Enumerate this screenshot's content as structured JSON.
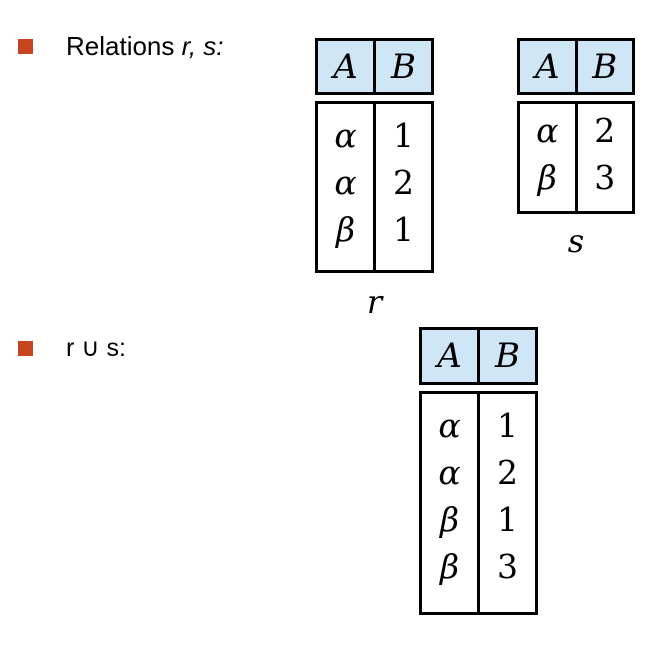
{
  "bullets": [
    {
      "prefix": "Relations ",
      "emph": "r, s:"
    },
    {
      "text": "r ∪ s:"
    }
  ],
  "relations": {
    "r": {
      "headers": [
        "A",
        "B"
      ],
      "rows": [
        [
          "α",
          "1"
        ],
        [
          "α",
          "2"
        ],
        [
          "β",
          "1"
        ]
      ],
      "caption": "r"
    },
    "s": {
      "headers": [
        "A",
        "B"
      ],
      "rows": [
        [
          "α",
          "2"
        ],
        [
          "β",
          "3"
        ]
      ],
      "caption": "s"
    },
    "union": {
      "headers": [
        "A",
        "B"
      ],
      "rows": [
        [
          "α",
          "1"
        ],
        [
          "α",
          "2"
        ],
        [
          "β",
          "1"
        ],
        [
          "β",
          "3"
        ]
      ]
    }
  },
  "colors": {
    "bullet": "#c8441f",
    "header_fill": "#cfe6f7",
    "border": "#000000"
  }
}
